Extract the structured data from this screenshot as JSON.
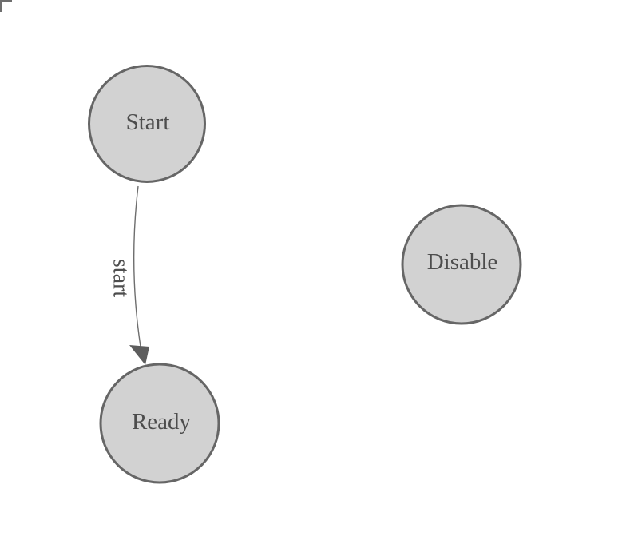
{
  "canvas": {
    "background": "#ffffff"
  },
  "theme": {
    "canvas_bg": "#ffffff",
    "node_fill": "#d2d2d2",
    "node_stroke": "#666666",
    "node_label_color": "#4d4d4d",
    "edge_color": "#6e6e6e",
    "arrowhead_color": "#5d5d5d",
    "edge_label_color": "#4d4d4d",
    "origin_corner_color": "#6e6e6e"
  },
  "nodes": [
    {
      "id": "start",
      "label": "Start"
    },
    {
      "id": "ready",
      "label": "Ready"
    },
    {
      "id": "disable",
      "label": "Disable"
    }
  ],
  "edges": [
    {
      "id": "start-to-ready",
      "label": "start",
      "from": "Start",
      "to": "Ready"
    }
  ]
}
